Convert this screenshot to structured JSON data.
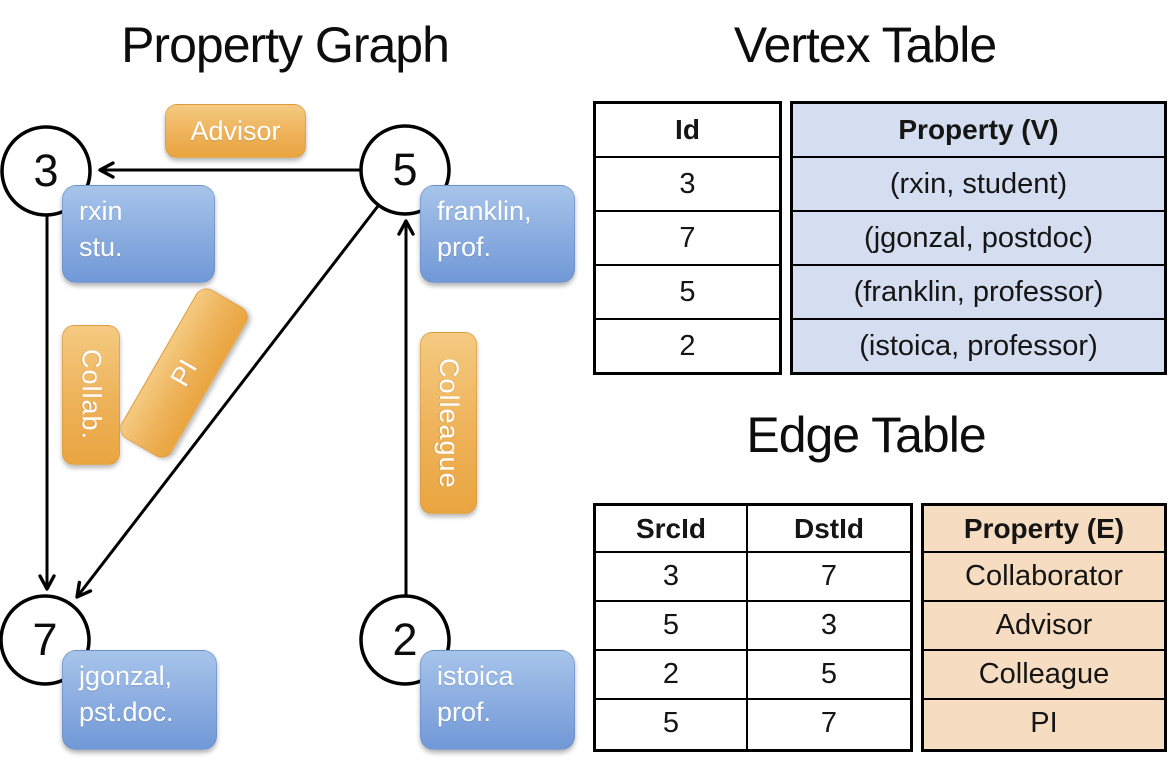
{
  "graph": {
    "title": "Property Graph",
    "nodes": [
      {
        "id": "3",
        "lines": [
          "rxin",
          "stu."
        ]
      },
      {
        "id": "5",
        "lines": [
          "franklin,",
          "prof."
        ]
      },
      {
        "id": "7",
        "lines": [
          "jgonzal,",
          "pst.doc."
        ]
      },
      {
        "id": "2",
        "lines": [
          "istoica",
          "prof."
        ]
      }
    ],
    "edge_labels": [
      {
        "label": "Advisor"
      },
      {
        "label": "Collab."
      },
      {
        "label": "PI"
      },
      {
        "label": "Colleague"
      }
    ]
  },
  "vertex_table": {
    "title": "Vertex Table",
    "columns": [
      "Id",
      "Property (V)"
    ],
    "rows": [
      [
        "3",
        "(rxin, student)"
      ],
      [
        "7",
        "(jgonzal, postdoc)"
      ],
      [
        "5",
        "(franklin, professor)"
      ],
      [
        "2",
        "(istoica, professor)"
      ]
    ]
  },
  "edge_table": {
    "title": "Edge Table",
    "columns": [
      "SrcId",
      "DstId",
      "Property (E)"
    ],
    "rows": [
      [
        "3",
        "7",
        "Collaborator"
      ],
      [
        "5",
        "3",
        "Advisor"
      ],
      [
        "2",
        "5",
        "Colleague"
      ],
      [
        "5",
        "7",
        "PI"
      ]
    ]
  },
  "colors": {
    "node_box_blue": "#89abdf",
    "edge_label_orange": "#eeb259",
    "vertex_cell_blue": "#d4def0",
    "edge_cell_tan": "#f6ddc1",
    "stroke_black": "#000000"
  }
}
